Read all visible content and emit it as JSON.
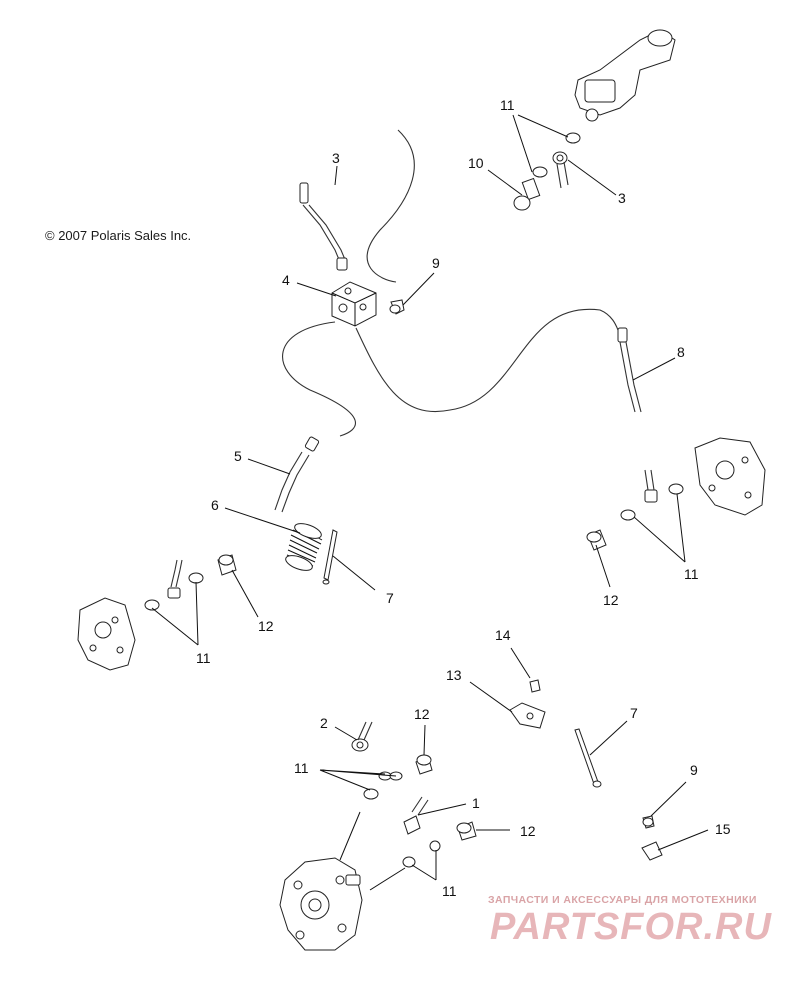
{
  "copyright": "© 2007 Polaris Sales Inc.",
  "watermark": {
    "subtitle": "ЗАПЧАСТИ И АКСЕССУАРЫ ДЛЯ МОТОТЕХНИКИ",
    "brand": "PARTSFOR.RU"
  },
  "callouts": [
    "11",
    "3",
    "10",
    "3",
    "4",
    "9",
    "8",
    "5",
    "6",
    "7",
    "11",
    "12",
    "12",
    "11",
    "14",
    "13",
    "7",
    "2",
    "12",
    "11",
    "1",
    "12",
    "9",
    "15",
    "11"
  ],
  "colors": {
    "line": "#111111",
    "watermark": "#e7b6b9"
  }
}
